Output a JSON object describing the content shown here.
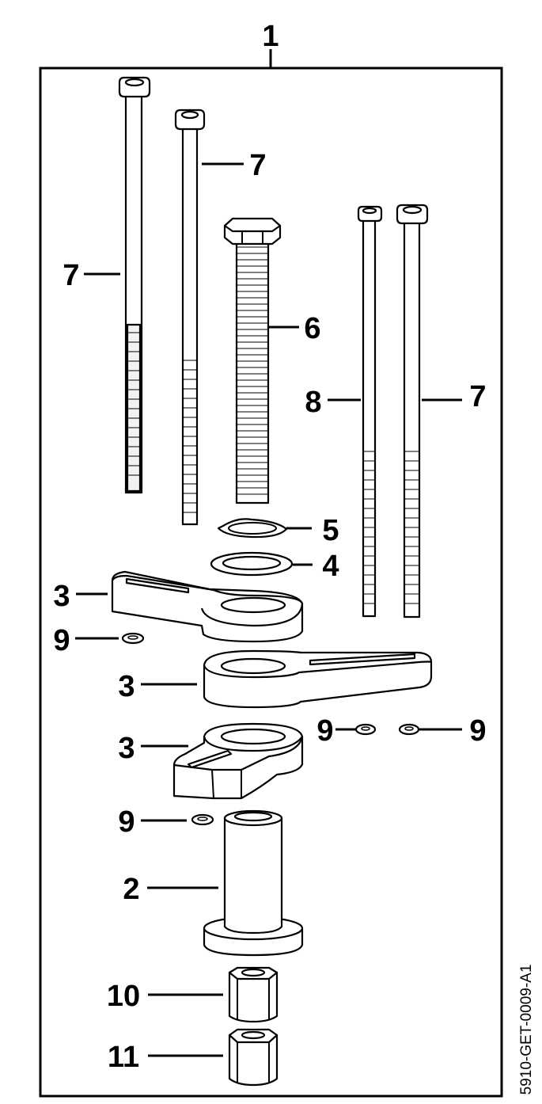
{
  "callouts": {
    "kit": "1",
    "sleeve": "2",
    "arm_upper": "3",
    "arm_middle": "3",
    "arm_lower": "3",
    "washer": "4",
    "snap_ring": "5",
    "hex_bolt": "6",
    "screw_long_left": "7",
    "screw_long_mid": "7",
    "screw_right": "7",
    "screw_thin": "8",
    "ring_upper": "9",
    "ring_mid_left": "9",
    "ring_mid_right": "9",
    "ring_lower": "9",
    "nut_upper": "10",
    "nut_lower": "11"
  },
  "figure_code": "5910-GET-0009-A1"
}
